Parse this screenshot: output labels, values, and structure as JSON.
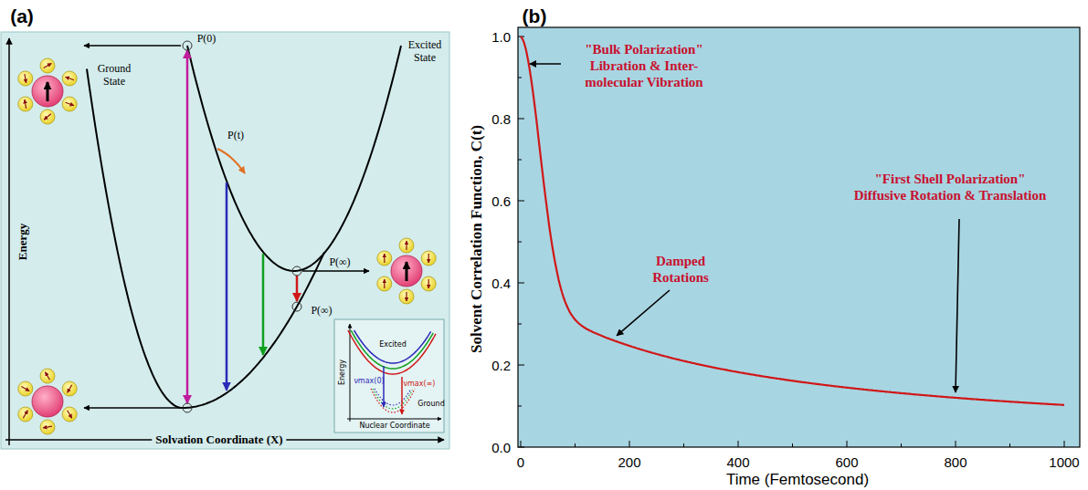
{
  "diagram": {
    "labels": [
      "(a)",
      "(b)",
      "P(0)",
      "Excited State",
      "P(t)",
      "P(∞)",
      "P(∞)",
      "Ground State",
      "Energy",
      "Solvation Coordinate (X)",
      "Excited",
      "Energy",
      "νmax(0)",
      "νmax(∞)",
      "Ground",
      "Nuclear Coordinate",
      "1.0",
      "0.8",
      "0.6",
      "0.4",
      "0.2",
      "0.0",
      "0",
      "200",
      "400",
      "600",
      "800",
      "1000",
      "Solvent Correlation Function, C(t)",
      "Time (Femtosecond)",
      "\"Bulk Polarization\" Libration & Inter- molecular Vibration",
      "Damped Rotations",
      "\"First Shell Polarization\" Diffusive Rotation & Translation"
    ]
  }
}
